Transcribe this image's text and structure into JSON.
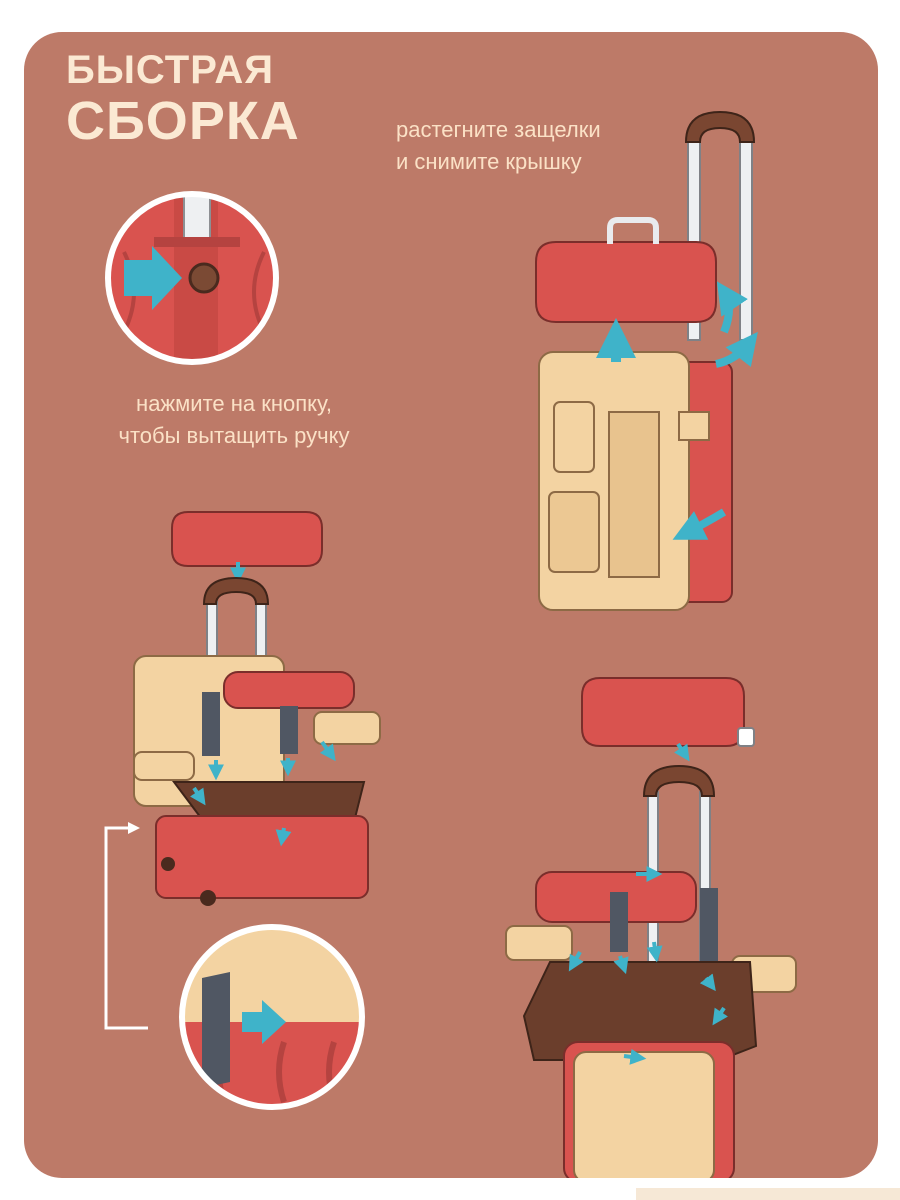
{
  "title": {
    "line1": "БЫСТРАЯ",
    "line2": "СБОРКА"
  },
  "captions": {
    "unlatch": [
      "растегните защелки",
      "и снимите крышку"
    ],
    "press_button": [
      "нажмите на кнопку,",
      "чтобы вытащить ручку"
    ]
  },
  "colors": {
    "panel": "#bd7a68",
    "title": "#fbe9d3",
    "caption": "#fbe1c6",
    "case_red": "#d9534f",
    "case_beige": "#f3d3a2",
    "brown": "#6b3e2c",
    "arrow": "#3fb3c9",
    "rod": "#eef0f2",
    "dark_gray": "#505763"
  },
  "icons": [
    "arrow-icon",
    "button-icon",
    "suitcase-icon",
    "handle-icon"
  ]
}
